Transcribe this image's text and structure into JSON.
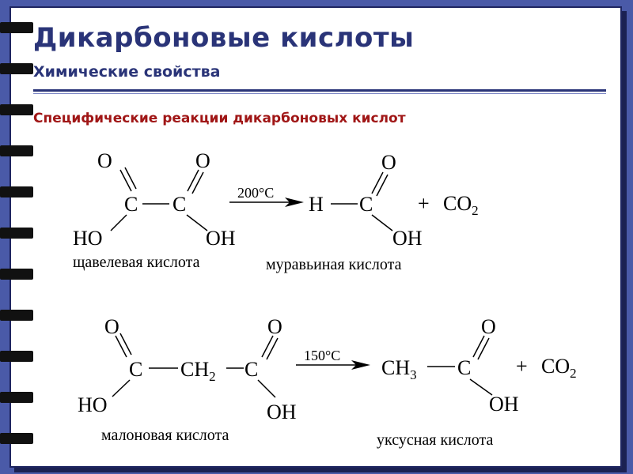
{
  "slide": {
    "title": "Дикарбоновые кислоты",
    "subtitle": "Химические свойства",
    "section": "Специфические реакции дикарбоновых кислот"
  },
  "reaction1": {
    "reactant": {
      "O_left": "O",
      "O_right": "O",
      "C_left": "C",
      "C_right": "C",
      "HO": "HO",
      "OH": "OH",
      "name": "щавелевая кислота"
    },
    "condition": "200°C",
    "product": {
      "H": "H",
      "C": "C",
      "O": "O",
      "OH": "OH",
      "name": "муравьиная кислота"
    },
    "plus": "+",
    "byproduct": {
      "main": "CO",
      "sub": "2"
    }
  },
  "reaction2": {
    "reactant": {
      "O_left": "O",
      "O_right": "O",
      "C_left": "C",
      "CH": "CH",
      "CH_sub": "2",
      "C_right": "C",
      "HO": "HO",
      "OH": "OH",
      "name": "малоновая кислота"
    },
    "condition": "150°C",
    "product": {
      "CH": "CH",
      "CH_sub": "3",
      "C": "C",
      "O": "O",
      "OH": "OH",
      "name": "уксусная кислота"
    },
    "plus": "+",
    "byproduct": {
      "main": "CO",
      "sub": "2"
    }
  }
}
